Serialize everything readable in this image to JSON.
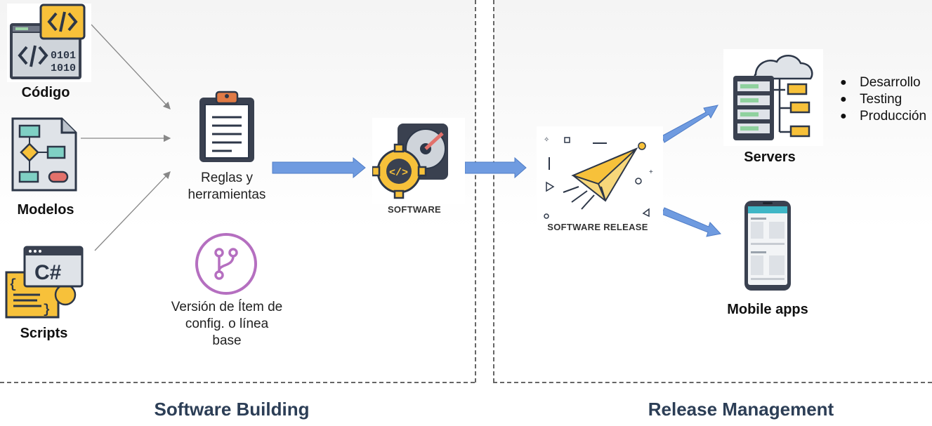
{
  "sources": {
    "codigo": "Código",
    "modelos": "Modelos",
    "scripts": "Scripts"
  },
  "rules": {
    "line1": "Reglas y",
    "line2": "herramientas"
  },
  "version": {
    "line1": "Versión de Ítem de",
    "line2": "config. o línea",
    "line3": "base"
  },
  "software_label": "SOFTWARE",
  "release_label": "SOFTWARE RELEASE",
  "servers": "Servers",
  "mobile": "Mobile apps",
  "environments": [
    "Desarrollo",
    "Testing",
    "Producción"
  ],
  "sections": {
    "left": "Software Building",
    "right": "Release Management"
  },
  "colors": {
    "arrow_fill": "#6f9be0",
    "yellow": "#f7c13a",
    "dark": "#2d3748",
    "teal": "#7fd0c4",
    "purple": "#b56fc0"
  }
}
